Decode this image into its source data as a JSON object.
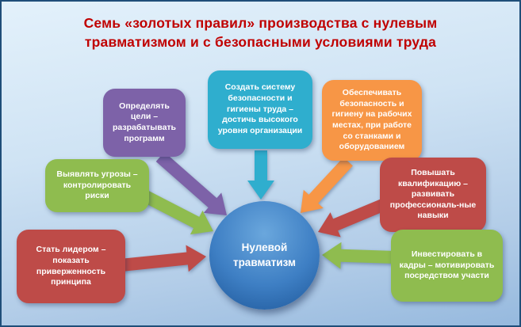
{
  "title": "Семь «золотых правил» производства с нулевым травматизмом и с безопасными условиями труда",
  "title_color": "#C00000",
  "center": {
    "label": "Нулевой травматизм",
    "color_light": "#6AA7DD",
    "color": "#3E7FC4",
    "color_dark": "#1E5799"
  },
  "rules": [
    {
      "id": "define-goals",
      "label": "Определять цели – разрабатывать программ",
      "color": "#7D62A8"
    },
    {
      "id": "safety-system",
      "label": "Создать систему безопасности и гигиены труда – достичь высокого уровня организации",
      "color": "#2FAECE"
    },
    {
      "id": "workplace-safety",
      "label": "Обеспечивать безопасность и гигиену на рабочих местах, при работе со станками и оборудованием",
      "color": "#F79646"
    },
    {
      "id": "qualification",
      "label": "Повышать квалификацию – развивать профессиональ-ные навыки",
      "color": "#BE4B48"
    },
    {
      "id": "invest-in-people",
      "label": "Инвестировать в кадры – мотивировать посредством участи",
      "color": "#8FBC4F"
    },
    {
      "id": "leadership",
      "label": "Стать лидером – показать приверженность принципа",
      "color": "#BE4B48"
    },
    {
      "id": "identify-hazards",
      "label": "Выявлять угрозы – контролировать риски",
      "color": "#8FBC4F"
    }
  ]
}
